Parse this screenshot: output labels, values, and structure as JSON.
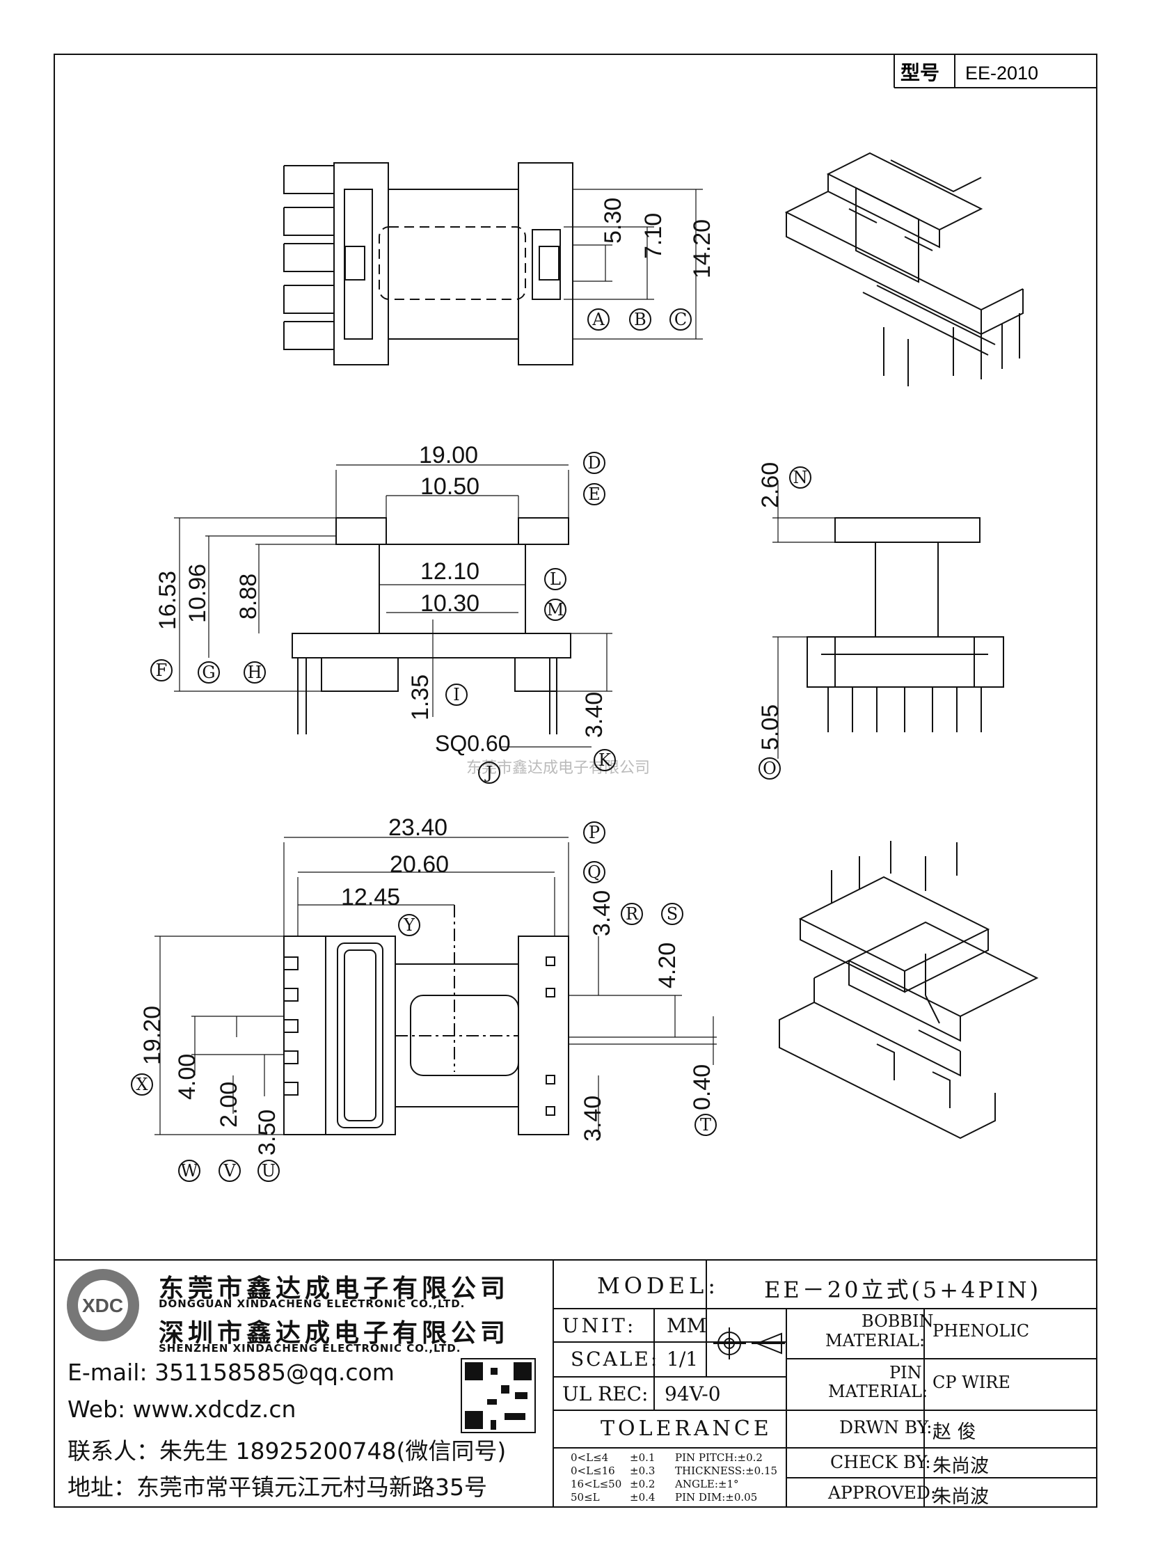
{
  "header": {
    "model_label": "型号",
    "model_value": "EE-2010"
  },
  "watermark": "东莞市鑫达成电子有限公司",
  "dimensions": {
    "top_view": [
      "5.30",
      "7.10",
      "14.20"
    ],
    "top_view_markers": [
      "A",
      "B",
      "C"
    ],
    "front_view": [
      "19.00",
      "10.50",
      "16.53",
      "10.96",
      "8.88",
      "12.10",
      "10.30",
      "1.35",
      "3.40",
      "SQ0.60"
    ],
    "front_view_markers": [
      "D",
      "E",
      "L",
      "M",
      "F",
      "G",
      "H",
      "I",
      "J",
      "K"
    ],
    "side_view": [
      "2.60",
      "5.05"
    ],
    "side_view_markers": [
      "N",
      "O"
    ],
    "bottom_view": [
      "23.40",
      "20.60",
      "12.45",
      "3.40",
      "4.20",
      "19.20",
      "4.00",
      "2.00",
      "3.50",
      "0.40",
      "3.40"
    ],
    "bottom_view_markers": [
      "P",
      "Q",
      "Y",
      "R",
      "S",
      "X",
      "W",
      "V",
      "U",
      "T"
    ]
  },
  "company": {
    "name_dg": "东莞市鑫达成电子有限公司",
    "name_dg_en": "DONGGUAN XINDACHENG ELECTRONIC CO.,LTD.",
    "name_sz": "深圳市鑫达成电子有限公司",
    "name_sz_en": "SHENZHEN XINDACHENG ELECTRONIC CO.,LTD.",
    "email": "E-mail:  351158585@qq.com",
    "web": "Web:  www.xdcdz.cn",
    "contact": "联系人：朱先生 18925200748(微信同号)",
    "address": "地址：东莞市常平镇元江元村马新路35号",
    "logo_text": "XDC"
  },
  "title_block": {
    "model_label": "MODEL:",
    "model_value": "EE－20立式(5+4PIN)",
    "unit_label": "UNIT:",
    "unit_value": "MM",
    "scale_label": "SCALE:",
    "scale_value": "1/1",
    "ulrec_label": "UL REC:",
    "ulrec_value": "94V-0",
    "tolerance_label": "TOLERANCE",
    "tolerance_rows": [
      [
        "0<L≤4",
        "±0.1",
        "PIN PITCH:±0.2"
      ],
      [
        "0<L≤16",
        "±0.3",
        "THICKNESS:±0.15"
      ],
      [
        "16<L≤50",
        "±0.2",
        "ANGLE:±1°"
      ],
      [
        "50≤L",
        "±0.4",
        "PIN DIM:±0.05"
      ]
    ],
    "bobbin_label_1": "BOBBIN",
    "bobbin_label_2": "MATERIAL:",
    "bobbin_value": "PHENOLIC",
    "pin_label_1": "PIN",
    "pin_label_2": "MATERIAL:",
    "pin_value": "CP WIRE",
    "drawn_label": "DRWN BY:",
    "drawn_value": "赵  俊",
    "check_label": "CHECK BY:",
    "check_value": "朱尚波",
    "approved_label": "APPROVED:",
    "approved_value": "朱尚波"
  }
}
